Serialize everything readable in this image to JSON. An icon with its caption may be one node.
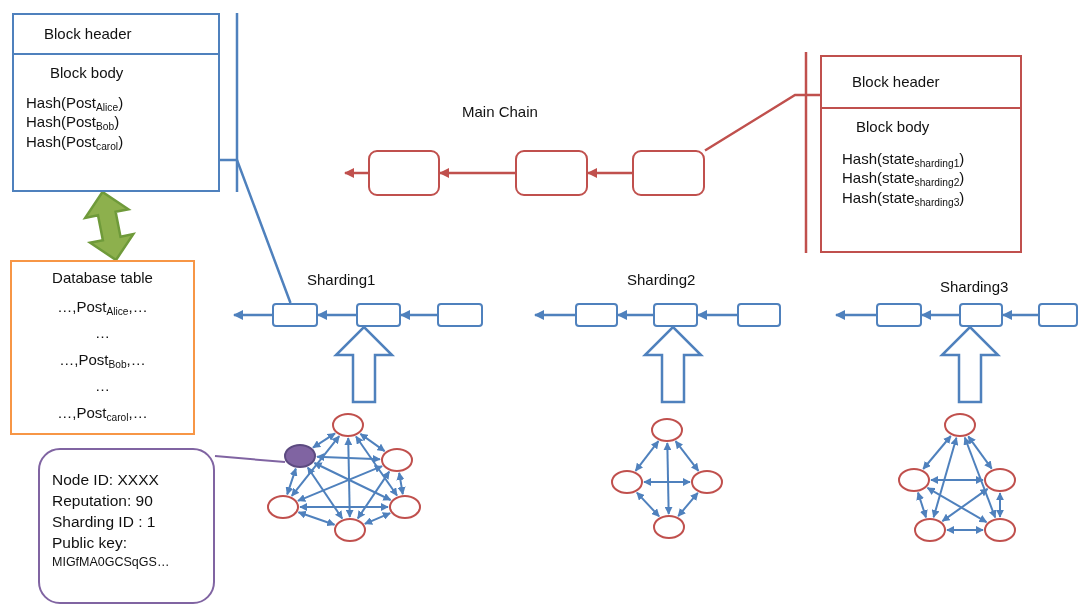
{
  "diagram": {
    "nodes": [
      {
        "text": [
          "Block header",
          "Block body",
          "Hash(Post$_{Alice}$)",
          "Hash(Post$_{Bob}$)",
          "Hash(Post$_{carol}$)"
        ]
      },
      {
        "text": [
          "Database table",
          "…,Post$_{Alice}$,…",
          "…",
          "…,Post$_{Bob}$,…",
          "…",
          "…,Post$_{carol}$,…"
        ]
      },
      {
        "text": [
          "Node ID: XXXX",
          "Reputation: 90",
          "Sharding ID : 1",
          "Public key:",
          "MIGfMA0GCSqGS…"
        ]
      },
      {
        "text": [
          "Block header",
          "Block body",
          "Hash(state$_{sharding1}$)",
          "Hash(state$_{sharding2}$)",
          "Hash(state$_{sharding3}$)"
        ]
      },
      {
        "text": [],
        "shape": "box"
      },
      {
        "text": [],
        "shape": "box"
      },
      {
        "text": [],
        "shape": "box"
      },
      {
        "text": [],
        "shape": "box"
      },
      {
        "text": [],
        "shape": "box"
      },
      {
        "text": [],
        "shape": "box"
      },
      {
        "text": [],
        "shape": "box"
      },
      {
        "text": [],
        "shape": "box"
      },
      {
        "text": [],
        "shape": "box"
      },
      {
        "text": [],
        "shape": "box"
      },
      {
        "text": [],
        "shape": "box"
      },
      {
        "text": [],
        "shape": "box"
      },
      {
        "text": [],
        "shape": "circle"
      },
      {
        "text": [],
        "shape": "circle"
      },
      {
        "text": [],
        "shape": "circle"
      },
      {
        "text": [],
        "shape": "circle"
      },
      {
        "text": [],
        "shape": "circle"
      },
      {
        "text": [],
        "shape": "circle"
      },
      {
        "text": [],
        "shape": "circle"
      },
      {
        "text": [],
        "shape": "circle"
      },
      {
        "text": [],
        "shape": "circle"
      },
      {
        "text": [],
        "shape": "circle"
      },
      {
        "text": [],
        "shape": "circle"
      },
      {
        "text": [],
        "shape": "circle"
      },
      {
        "text": [],
        "shape": "circle"
      },
      {
        "text": [],
        "shape": "circle"
      },
      {
        "text": [],
        "shape": "circle"
      }
    ],
    "edges": [
      {
        "from": 6,
        "to": 5,
        "arrow": "to",
        "color": "#c0504d"
      },
      {
        "from": 5,
        "to": 4,
        "arrow": "to",
        "color": "#c0504d"
      },
      {
        "from": 4,
        "to": null,
        "arrow": "to",
        "color": "#c0504d"
      },
      {
        "from": 9,
        "to": 8,
        "arrow": "to"
      },
      {
        "from": 8,
        "to": 7,
        "arrow": "to"
      },
      {
        "from": 7,
        "to": null,
        "arrow": "to"
      },
      {
        "from": 12,
        "to": 11,
        "arrow": "to"
      },
      {
        "from": 11,
        "to": 10,
        "arrow": "to"
      },
      {
        "from": 10,
        "to": null,
        "arrow": "to"
      },
      {
        "from": 15,
        "to": 14,
        "arrow": "to"
      },
      {
        "from": 14,
        "to": 13,
        "arrow": "to"
      },
      {
        "from": 13,
        "to": null,
        "arrow": "to"
      },
      {
        "from": 0,
        "to": 1,
        "arrow": "both",
        "style": "thick",
        "color": "#8db04d"
      },
      {
        "from": 0,
        "to": 7,
        "arrow": "none"
      },
      {
        "from": 3,
        "to": 6,
        "arrow": "none",
        "color": "#c0504d"
      },
      {
        "from": 2,
        "to": 17,
        "arrow": "none",
        "color": "#8064a2"
      },
      {
        "from": null,
        "to": 8,
        "arrow": "to",
        "style": "thick"
      },
      {
        "from": null,
        "to": 11,
        "arrow": "to",
        "style": "thick"
      },
      {
        "from": null,
        "to": 14,
        "arrow": "to",
        "style": "thick"
      },
      {
        "from": 16,
        "to": 17,
        "arrow": "both"
      },
      {
        "from": 16,
        "to": 18,
        "arrow": "both"
      },
      {
        "from": 16,
        "to": 19,
        "arrow": "both"
      },
      {
        "from": 16,
        "to": 20,
        "arrow": "both"
      },
      {
        "from": 16,
        "to": 21,
        "arrow": "both"
      },
      {
        "from": 17,
        "to": 18,
        "arrow": "both"
      },
      {
        "from": 17,
        "to": 19,
        "arrow": "both"
      },
      {
        "from": 17,
        "to": 20,
        "arrow": "both"
      },
      {
        "from": 17,
        "to": 21,
        "arrow": "both"
      },
      {
        "from": 18,
        "to": 19,
        "arrow": "both"
      },
      {
        "from": 18,
        "to": 20,
        "arrow": "both"
      },
      {
        "from": 18,
        "to": 21,
        "arrow": "both"
      },
      {
        "from": 19,
        "to": 20,
        "arrow": "both"
      },
      {
        "from": 19,
        "to": 21,
        "arrow": "both"
      },
      {
        "from": 20,
        "to": 21,
        "arrow": "both"
      },
      {
        "from": 22,
        "to": 23,
        "arrow": "both"
      },
      {
        "from": 22,
        "to": 24,
        "arrow": "both"
      },
      {
        "from": 22,
        "to": 25,
        "arrow": "both"
      },
      {
        "from": 23,
        "to": 24,
        "arrow": "both"
      },
      {
        "from": 23,
        "to": 25,
        "arrow": "both"
      },
      {
        "from": 24,
        "to": 25,
        "arrow": "both"
      },
      {
        "from": 26,
        "to": 27,
        "arrow": "both"
      },
      {
        "from": 26,
        "to": 28,
        "arrow": "both"
      },
      {
        "from": 26,
        "to": 29,
        "arrow": "both"
      },
      {
        "from": 26,
        "to": 30,
        "arrow": "both"
      },
      {
        "from": 27,
        "to": 28,
        "arrow": "both"
      },
      {
        "from": 27,
        "to": 29,
        "arrow": "both"
      },
      {
        "from": 27,
        "to": 30,
        "arrow": "both"
      },
      {
        "from": 28,
        "to": 29,
        "arrow": "both"
      },
      {
        "from": 28,
        "to": 30,
        "arrow": "both"
      },
      {
        "from": 29,
        "to": 30,
        "arrow": "both"
      }
    ],
    "labels": [
      "Main Chain",
      "Sharding1",
      "Sharding2",
      "Sharding3"
    ]
  }
}
